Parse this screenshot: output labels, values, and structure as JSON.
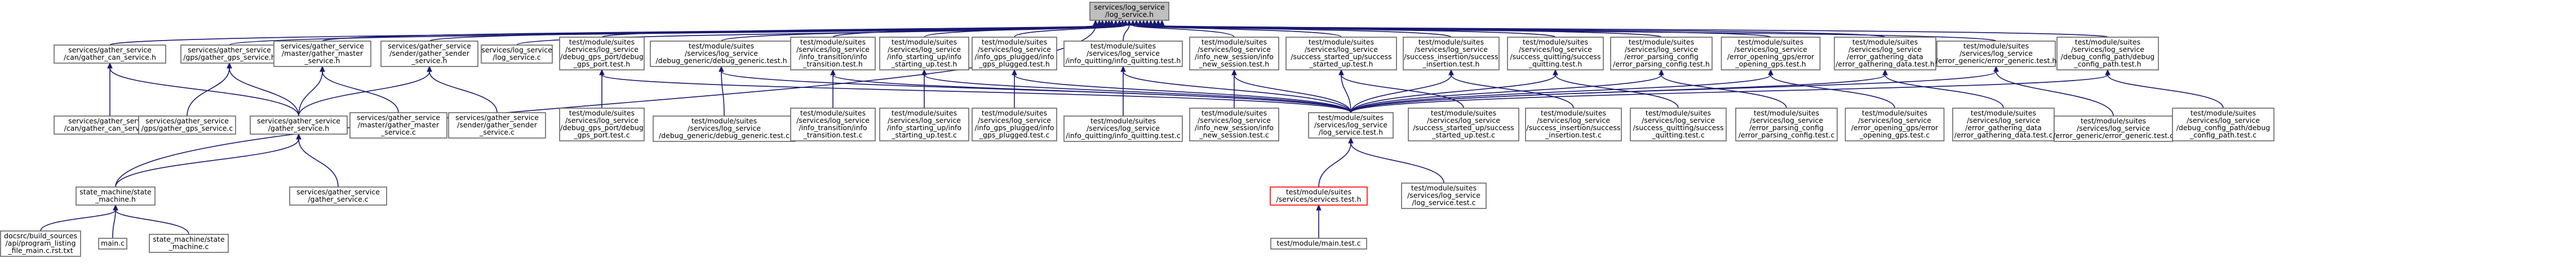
{
  "graph": {
    "nodes": [
      {
        "id": "root",
        "lines": [
          "services/log_service",
          "/log_service.h"
        ],
        "style": "root"
      },
      {
        "id": "gcan_h",
        "lines": [
          "services/gather_service",
          "/can/gather_can_service.h"
        ]
      },
      {
        "id": "ggps_h",
        "lines": [
          "services/gather_service",
          "/gps/gather_gps_service.h"
        ]
      },
      {
        "id": "gmaster_h",
        "lines": [
          "services/gather_service",
          "/master/gather_master",
          "_service.h"
        ]
      },
      {
        "id": "gsender_h",
        "lines": [
          "services/gather_service",
          "/sender/gather_sender",
          "_service.h"
        ]
      },
      {
        "id": "ls_c",
        "lines": [
          "services/log_service",
          "/log_service.c"
        ]
      },
      {
        "id": "t_debuggps_h",
        "lines": [
          "test/module/suites",
          "/services/log_service",
          "/debug_gps_port/debug",
          "_gps_port.test.h"
        ]
      },
      {
        "id": "t_debuggeneric_h",
        "lines": [
          "test/module/suites",
          "/services/log_service",
          "/debug_generic/debug_generic.test.h"
        ]
      },
      {
        "id": "t_infotrans_h",
        "lines": [
          "test/module/suites",
          "/services/log_service",
          "/info_transition/info",
          "_transition.test.h"
        ]
      },
      {
        "id": "t_infostart_h",
        "lines": [
          "test/module/suites",
          "/services/log_service",
          "/info_starting_up/info",
          "_starting_up.test.h"
        ]
      },
      {
        "id": "t_infogps_h",
        "lines": [
          "test/module/suites",
          "/services/log_service",
          "/info_gps_plugged/info",
          "_gps_plugged.test.h"
        ]
      },
      {
        "id": "t_infoquit_h",
        "lines": [
          "test/module/suites",
          "/services/log_service",
          "/info_quitting/info_quitting.test.h"
        ]
      },
      {
        "id": "t_infonew_h",
        "lines": [
          "test/module/suites",
          "/services/log_service",
          "/info_new_session/info",
          "_new_session.test.h"
        ]
      },
      {
        "id": "t_succstart_h",
        "lines": [
          "test/module/suites",
          "/services/log_service",
          "/success_started_up/success",
          "_started_up.test.h"
        ]
      },
      {
        "id": "t_succins_h",
        "lines": [
          "test/module/suites",
          "/services/log_service",
          "/success_insertion/success",
          "_insertion.test.h"
        ]
      },
      {
        "id": "t_succquit_h",
        "lines": [
          "test/module/suites",
          "/services/log_service",
          "/success_quitting/success",
          "_quitting.test.h"
        ]
      },
      {
        "id": "t_errparse_h",
        "lines": [
          "test/module/suites",
          "/services/log_service",
          "/error_parsing_config",
          "/error_parsing_config.test.h"
        ]
      },
      {
        "id": "t_erropen_h",
        "lines": [
          "test/module/suites",
          "/services/log_service",
          "/error_opening_gps/error",
          "_opening_gps.test.h"
        ]
      },
      {
        "id": "t_errgath_h",
        "lines": [
          "test/module/suites",
          "/services/log_service",
          "/error_gathering_data",
          "/error_gathering_data.test.h"
        ]
      },
      {
        "id": "t_errgen_h",
        "lines": [
          "test/module/suites",
          "/services/log_service",
          "/error_generic/error_generic.test.h"
        ]
      },
      {
        "id": "t_debugcfg_h",
        "lines": [
          "test/module/suites",
          "/services/log_service",
          "/debug_config_path/debug",
          "_config_path.test.h"
        ]
      },
      {
        "id": "gcan_c",
        "lines": [
          "services/gather_service",
          "/can/gather_can_service.c"
        ]
      },
      {
        "id": "ggps_c",
        "lines": [
          "services/gather_service",
          "/gps/gather_gps_service.c"
        ]
      },
      {
        "id": "gservice_h",
        "lines": [
          "services/gather_service",
          "/gather_service.h"
        ]
      },
      {
        "id": "gmaster_c",
        "lines": [
          "services/gather_service",
          "/master/gather_master",
          "_service.c"
        ]
      },
      {
        "id": "gsender_c",
        "lines": [
          "services/gather_service",
          "/sender/gather_sender",
          "_service.c"
        ]
      },
      {
        "id": "t_debuggps_c",
        "lines": [
          "test/module/suites",
          "/services/log_service",
          "/debug_gps_port/debug",
          "_gps_port.test.c"
        ]
      },
      {
        "id": "t_debuggeneric_c",
        "lines": [
          "test/module/suites",
          "/services/log_service",
          "/debug_generic/debug_generic.test.c"
        ]
      },
      {
        "id": "t_infotrans_c",
        "lines": [
          "test/module/suites",
          "/services/log_service",
          "/info_transition/info",
          "_transition.test.c"
        ]
      },
      {
        "id": "t_infostart_c",
        "lines": [
          "test/module/suites",
          "/services/log_service",
          "/info_starting_up/info",
          "_starting_up.test.c"
        ]
      },
      {
        "id": "t_infogps_c",
        "lines": [
          "test/module/suites",
          "/services/log_service",
          "/info_gps_plugged/info",
          "_gps_plugged.test.c"
        ]
      },
      {
        "id": "t_infoquit_c",
        "lines": [
          "test/module/suites",
          "/services/log_service",
          "/info_quitting/info_quitting.test.c"
        ]
      },
      {
        "id": "t_infonew_c",
        "lines": [
          "test/module/suites",
          "/services/log_service",
          "/info_new_session/info",
          "_new_session.test.c"
        ]
      },
      {
        "id": "t_ls_h",
        "lines": [
          "test/module/suites",
          "/services/log_service",
          "/log_service.test.h"
        ]
      },
      {
        "id": "t_succstart_c",
        "lines": [
          "test/module/suites",
          "/services/log_service",
          "/success_started_up/success",
          "_started_up.test.c"
        ]
      },
      {
        "id": "t_succins_c",
        "lines": [
          "test/module/suites",
          "/services/log_service",
          "/success_insertion/success",
          "_insertion.test.c"
        ]
      },
      {
        "id": "t_succquit_c",
        "lines": [
          "test/module/suites",
          "/services/log_service",
          "/success_quitting/success",
          "_quitting.test.c"
        ]
      },
      {
        "id": "t_errparse_c",
        "lines": [
          "test/module/suites",
          "/services/log_service",
          "/error_parsing_config",
          "/error_parsing_config.test.c"
        ]
      },
      {
        "id": "t_erropen_c",
        "lines": [
          "test/module/suites",
          "/services/log_service",
          "/error_opening_gps/error",
          "_opening_gps.test.c"
        ]
      },
      {
        "id": "t_errgath_c",
        "lines": [
          "test/module/suites",
          "/services/log_service",
          "/error_gathering_data",
          "/error_gathering_data.test.c"
        ]
      },
      {
        "id": "t_errgen_c",
        "lines": [
          "test/module/suites",
          "/services/log_service",
          "/error_generic/error_generic.test.c"
        ]
      },
      {
        "id": "t_debugcfg_c",
        "lines": [
          "test/module/suites",
          "/services/log_service",
          "/debug_config_path/debug",
          "_config_path.test.c"
        ]
      },
      {
        "id": "sm_h",
        "lines": [
          "state_machine/state",
          "_machine.h"
        ]
      },
      {
        "id": "gservice_c",
        "lines": [
          "services/gather_service",
          "/gather_service.c"
        ]
      },
      {
        "id": "t_services_h",
        "lines": [
          "test/module/suites",
          "/services/services.test.h"
        ],
        "style": "red"
      },
      {
        "id": "t_ls_c",
        "lines": [
          "test/module/suites",
          "/services/log_service",
          "/log_service.test.c"
        ]
      },
      {
        "id": "docsrc",
        "lines": [
          "docsrc/build_sources",
          "/api/program_listing",
          "_file_main.c.rst.txt"
        ]
      },
      {
        "id": "main_c",
        "lines": [
          "main.c"
        ]
      },
      {
        "id": "sm_c",
        "lines": [
          "state_machine/state",
          "_machine.c"
        ]
      },
      {
        "id": "t_main_c",
        "lines": [
          "test/module/main.test.c"
        ]
      }
    ],
    "edges": [
      [
        "root",
        "gcan_h"
      ],
      [
        "root",
        "ggps_h"
      ],
      [
        "root",
        "gmaster_h"
      ],
      [
        "root",
        "gsender_h"
      ],
      [
        "root",
        "ls_c"
      ],
      [
        "root",
        "t_debuggps_h"
      ],
      [
        "root",
        "t_debuggeneric_h"
      ],
      [
        "root",
        "t_infotrans_h"
      ],
      [
        "root",
        "t_infostart_h"
      ],
      [
        "root",
        "t_infogps_h"
      ],
      [
        "root",
        "t_infoquit_h"
      ],
      [
        "root",
        "t_infonew_h"
      ],
      [
        "root",
        "t_succstart_h"
      ],
      [
        "root",
        "t_succins_h"
      ],
      [
        "root",
        "t_succquit_h"
      ],
      [
        "root",
        "t_errparse_h"
      ],
      [
        "root",
        "t_erropen_h"
      ],
      [
        "root",
        "t_errgath_h"
      ],
      [
        "root",
        "t_errgen_h"
      ],
      [
        "root",
        "t_debugcfg_h"
      ],
      [
        "root",
        "sm_h"
      ],
      [
        "gcan_h",
        "gcan_c"
      ],
      [
        "gcan_h",
        "gservice_h"
      ],
      [
        "ggps_h",
        "ggps_c"
      ],
      [
        "ggps_h",
        "gservice_h"
      ],
      [
        "gmaster_h",
        "gservice_h"
      ],
      [
        "gmaster_h",
        "gmaster_c"
      ],
      [
        "gsender_h",
        "gservice_h"
      ],
      [
        "gsender_h",
        "gsender_c"
      ],
      [
        "gservice_h",
        "sm_h"
      ],
      [
        "gservice_h",
        "gservice_c"
      ],
      [
        "sm_h",
        "docsrc"
      ],
      [
        "sm_h",
        "main_c"
      ],
      [
        "sm_h",
        "sm_c"
      ],
      [
        "t_debuggps_h",
        "t_debuggps_c"
      ],
      [
        "t_debuggps_h",
        "t_ls_h"
      ],
      [
        "t_debuggeneric_h",
        "t_debuggeneric_c"
      ],
      [
        "t_debuggeneric_h",
        "t_ls_h"
      ],
      [
        "t_infotrans_h",
        "t_infotrans_c"
      ],
      [
        "t_infotrans_h",
        "t_ls_h"
      ],
      [
        "t_infostart_h",
        "t_infostart_c"
      ],
      [
        "t_infostart_h",
        "t_ls_h"
      ],
      [
        "t_infogps_h",
        "t_infogps_c"
      ],
      [
        "t_infogps_h",
        "t_ls_h"
      ],
      [
        "t_infoquit_h",
        "t_infoquit_c"
      ],
      [
        "t_infoquit_h",
        "t_ls_h"
      ],
      [
        "t_infonew_h",
        "t_infonew_c"
      ],
      [
        "t_infonew_h",
        "t_ls_h"
      ],
      [
        "t_succstart_h",
        "t_succstart_c"
      ],
      [
        "t_succstart_h",
        "t_ls_h"
      ],
      [
        "t_succins_h",
        "t_succins_c"
      ],
      [
        "t_succins_h",
        "t_ls_h"
      ],
      [
        "t_succquit_h",
        "t_succquit_c"
      ],
      [
        "t_succquit_h",
        "t_ls_h"
      ],
      [
        "t_errparse_h",
        "t_errparse_c"
      ],
      [
        "t_errparse_h",
        "t_ls_h"
      ],
      [
        "t_erropen_h",
        "t_erropen_c"
      ],
      [
        "t_erropen_h",
        "t_ls_h"
      ],
      [
        "t_errgath_h",
        "t_errgath_c"
      ],
      [
        "t_errgath_h",
        "t_ls_h"
      ],
      [
        "t_errgen_h",
        "t_errgen_c"
      ],
      [
        "t_errgen_h",
        "t_ls_h"
      ],
      [
        "t_debugcfg_h",
        "t_debugcfg_c"
      ],
      [
        "t_debugcfg_h",
        "t_ls_h"
      ],
      [
        "t_ls_h",
        "t_services_h"
      ],
      [
        "t_ls_h",
        "t_ls_c"
      ],
      [
        "t_services_h",
        "t_main_c"
      ]
    ]
  }
}
